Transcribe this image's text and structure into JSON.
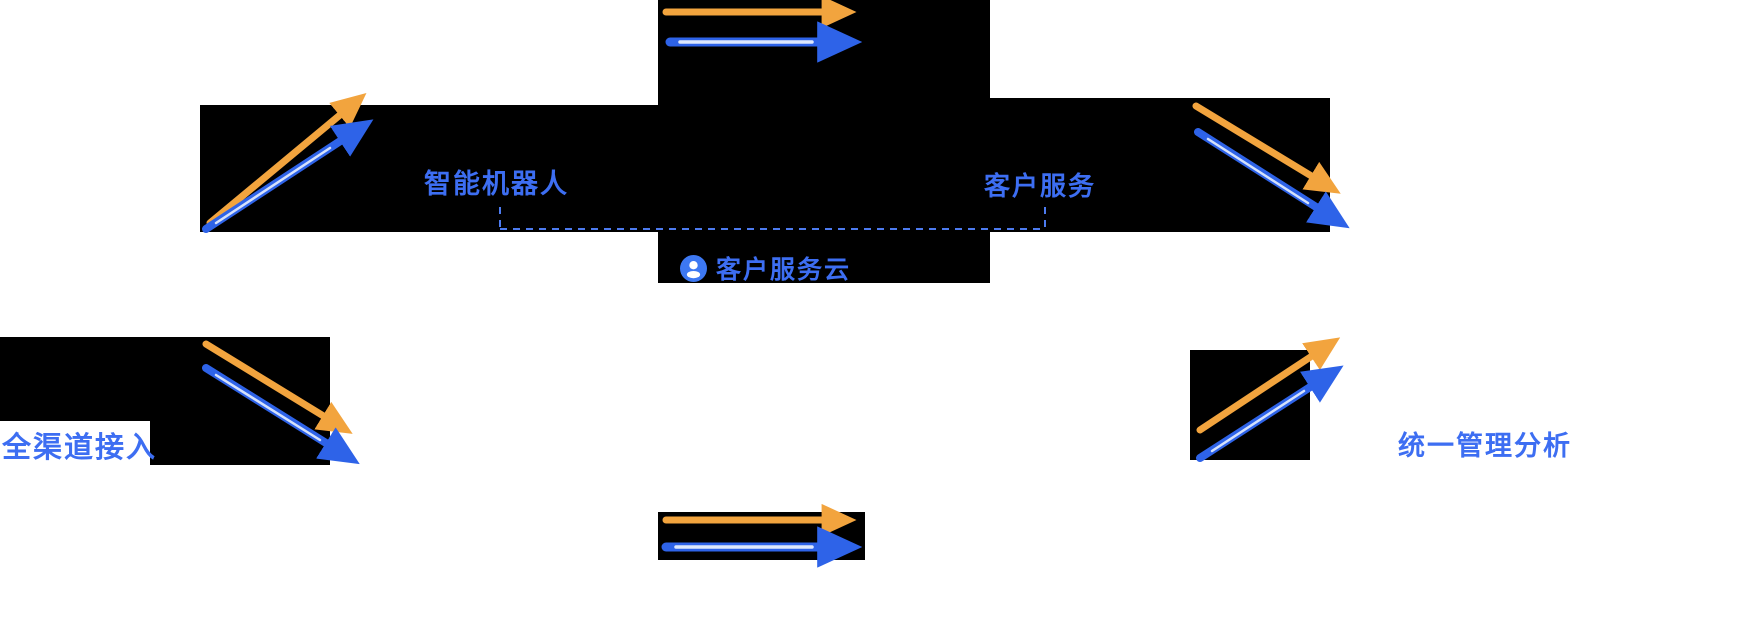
{
  "diagram": {
    "title": "客户服务云",
    "nodes": {
      "smart_robot": {
        "label": "智能机器人"
      },
      "customer_service": {
        "label": "客户服务"
      },
      "service_cloud": {
        "label": "客户服务云",
        "icon": "person-icon"
      },
      "omnichannel_access": {
        "label": "全渠道接入"
      },
      "unified_management": {
        "label": "统一管理分析"
      }
    },
    "colors": {
      "label_blue": "#3D6EF2",
      "arrow_orange": "#F2A43E",
      "arrow_blue": "#2E63E8",
      "arrow_blue_highlight": "#E8F0FF",
      "panel_background": "#000000",
      "dashed_line": "#4D7BF0",
      "page_background": "#ffffff"
    },
    "arrows": [
      {
        "location": "top-left",
        "direction": "up-right",
        "colors": [
          "orange",
          "blue"
        ]
      },
      {
        "location": "top-center",
        "direction": "right",
        "colors": [
          "orange",
          "blue"
        ]
      },
      {
        "location": "top-right",
        "direction": "down-right",
        "colors": [
          "orange",
          "blue"
        ]
      },
      {
        "location": "middle-left",
        "direction": "down-right",
        "colors": [
          "orange",
          "blue"
        ]
      },
      {
        "location": "middle-right",
        "direction": "up-right",
        "colors": [
          "orange",
          "blue"
        ]
      },
      {
        "location": "bottom-center",
        "direction": "right",
        "colors": [
          "orange",
          "blue"
        ]
      }
    ]
  }
}
